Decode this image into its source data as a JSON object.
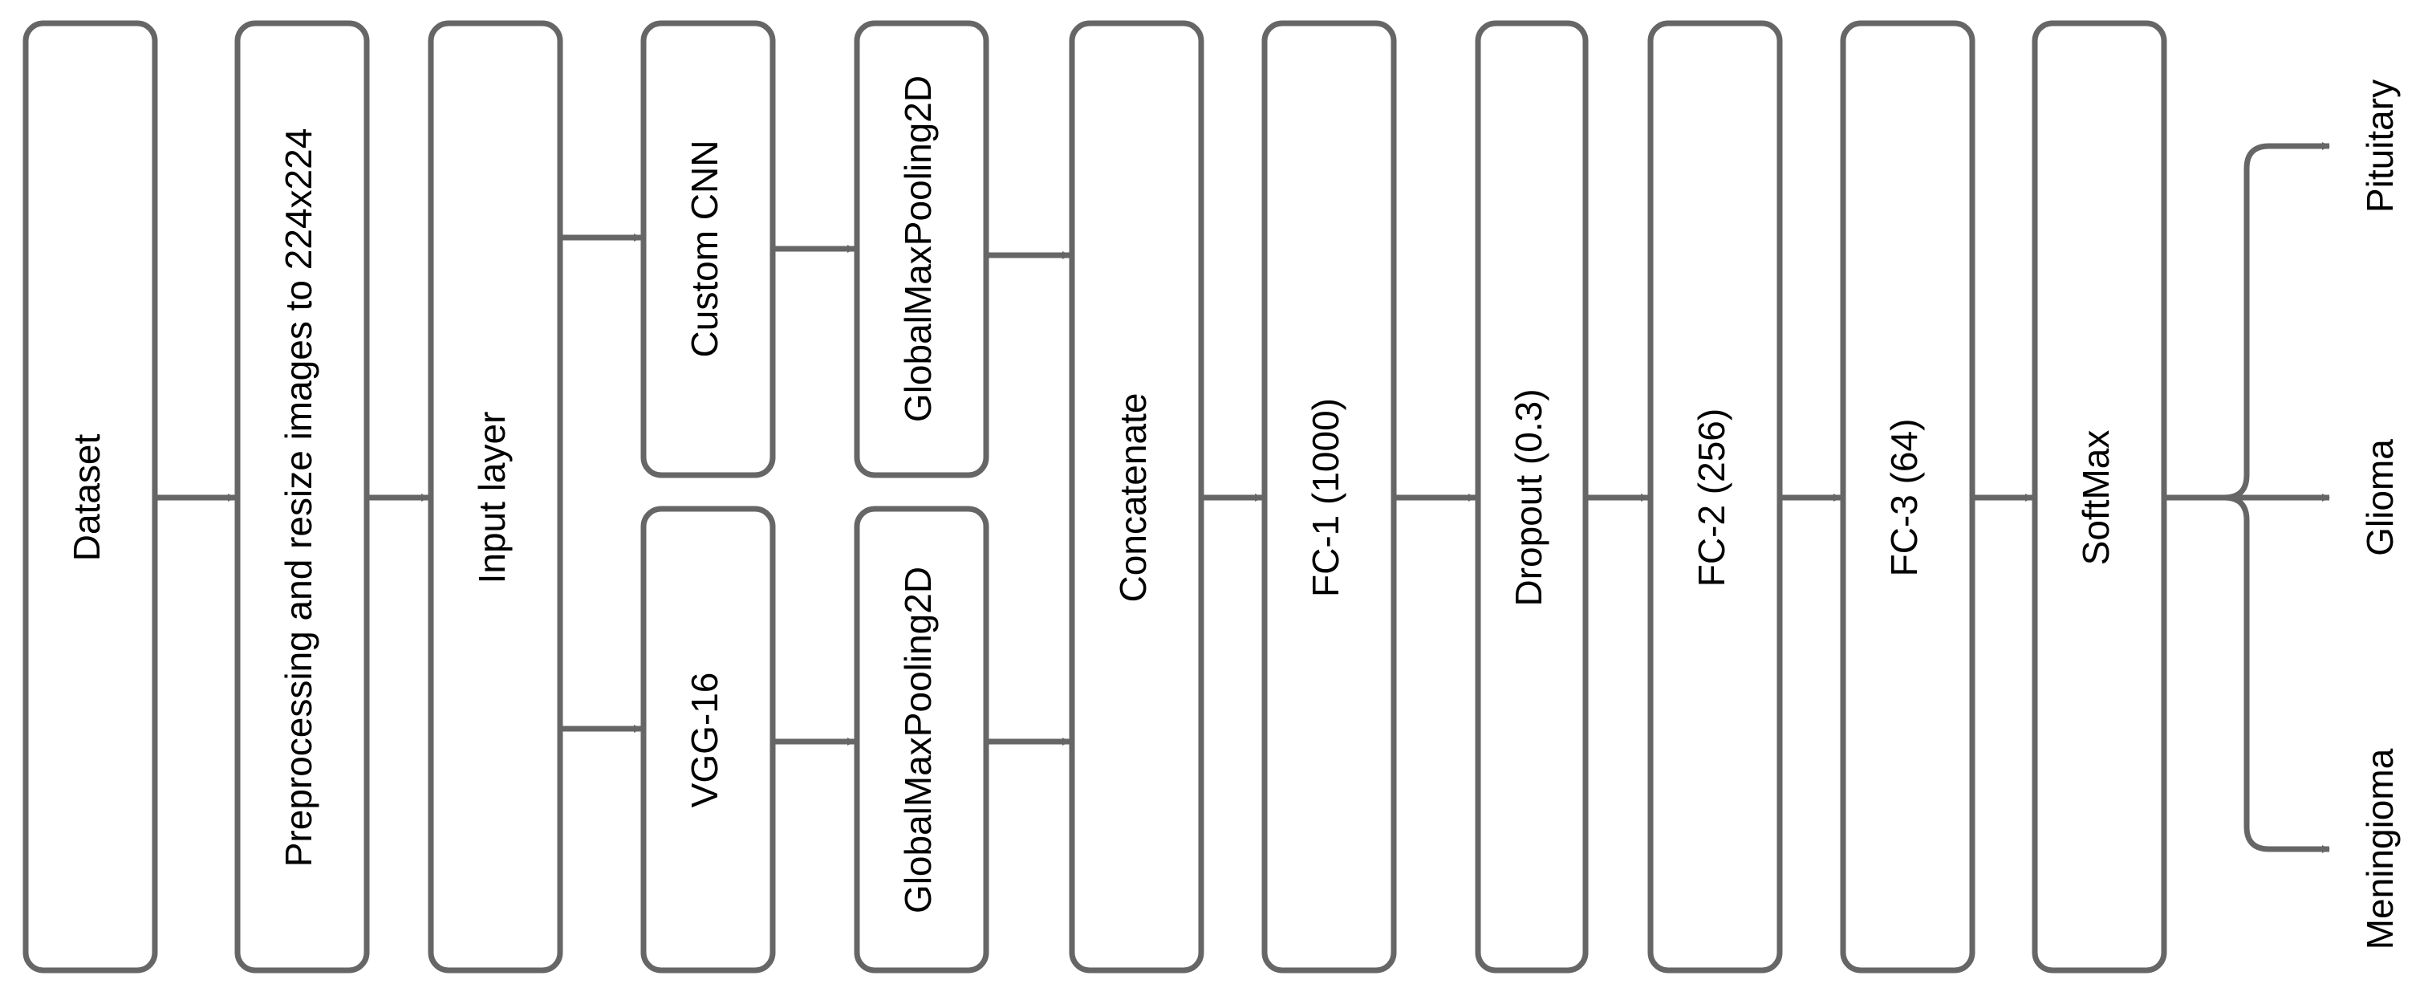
{
  "colors": {
    "stroke": "#666666",
    "text": "#000000",
    "background": "#ffffff"
  },
  "blocks": {
    "dataset": "Dataset",
    "preprocessing": "Preprocessing and resize images to 224x224",
    "input_layer": "Input layer",
    "custom_cnn": "Custom CNN",
    "vgg16": "VGG-16",
    "gmp_top": "GlobalMaxPooling2D",
    "gmp_bottom": "GlobalMaxPooling2D",
    "concatenate": "Concatenate",
    "fc1": "FC-1 (1000)",
    "dropout": "Dropout (0.3)",
    "fc2": "FC-2 (256)",
    "fc3": "FC-3 (64)",
    "softmax": "SoftMax"
  },
  "outputs": {
    "pituitary": "Pituitary",
    "glioma": "Glioma",
    "meningioma": "Meningioma"
  }
}
